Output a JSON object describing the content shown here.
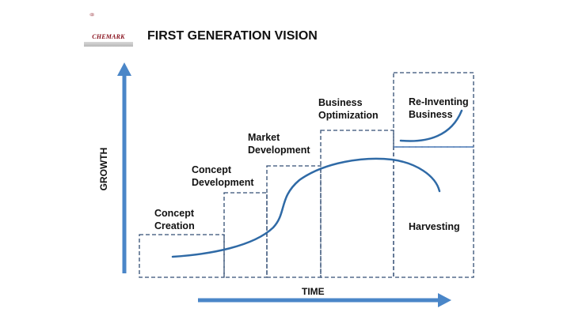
{
  "logo": {
    "wordmark": "CHEMARK"
  },
  "title": "FIRST GENERATION VISION",
  "axes": {
    "y_label": "GROWTH",
    "x_label": "TIME"
  },
  "stages": [
    {
      "id": "concept-creation",
      "label": "Concept\nCreation"
    },
    {
      "id": "concept-development",
      "label": "Concept\nDevelopment"
    },
    {
      "id": "market-development",
      "label": "Market\nDevelopment"
    },
    {
      "id": "business-optimization",
      "label": "Business\nOptimization"
    },
    {
      "id": "re-inventing-business",
      "label": "Re-Inventing\nBusiness"
    },
    {
      "id": "harvesting",
      "label": "Harvesting"
    }
  ],
  "colors": {
    "axis": "#4a86c8",
    "box_border": "#334e74",
    "curve": "#2f6aa6",
    "logo_ring": "#8a1420"
  }
}
